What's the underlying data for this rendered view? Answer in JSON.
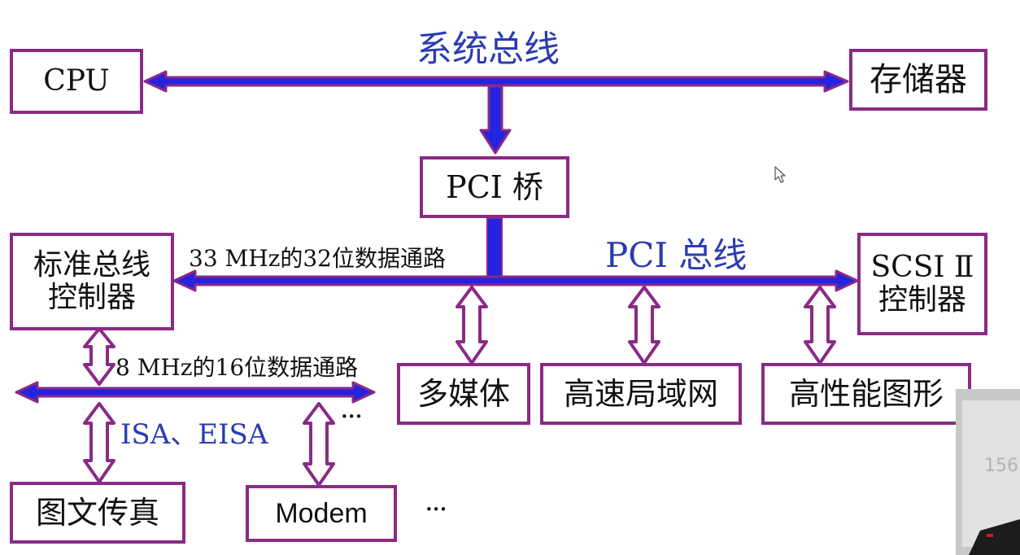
{
  "title": "系统总线",
  "nodes": {
    "cpu": "CPU",
    "memory": "存储器",
    "pci_bridge": "PCI 桥",
    "std_bus_ctrl_line1": "标准总线",
    "std_bus_ctrl_line2": "控制器",
    "scsi_line1": "SCSI Ⅱ",
    "scsi_line2": "控制器",
    "multimedia": "多媒体",
    "lan": "高速局域网",
    "graphics": "高性能图形",
    "fax": "图文传真",
    "modem": "Modem"
  },
  "labels": {
    "pci_bus": "PCI 总线",
    "pci_path": "33 MHz的32位数据通路",
    "isa_path": "8 MHz的16位数据通路",
    "isa_bus": "ISA、EISA",
    "ellipsis_top": "···",
    "ellipsis_bottom": "···"
  },
  "webcam": {
    "page_number": "156"
  },
  "colors": {
    "bus_fill": "#2323e0",
    "bus_border": "#8a2a86",
    "box_border": "#8a2a86",
    "label_blue": "#2b3bb4"
  },
  "icons": [
    "mouse-cursor-icon"
  ]
}
